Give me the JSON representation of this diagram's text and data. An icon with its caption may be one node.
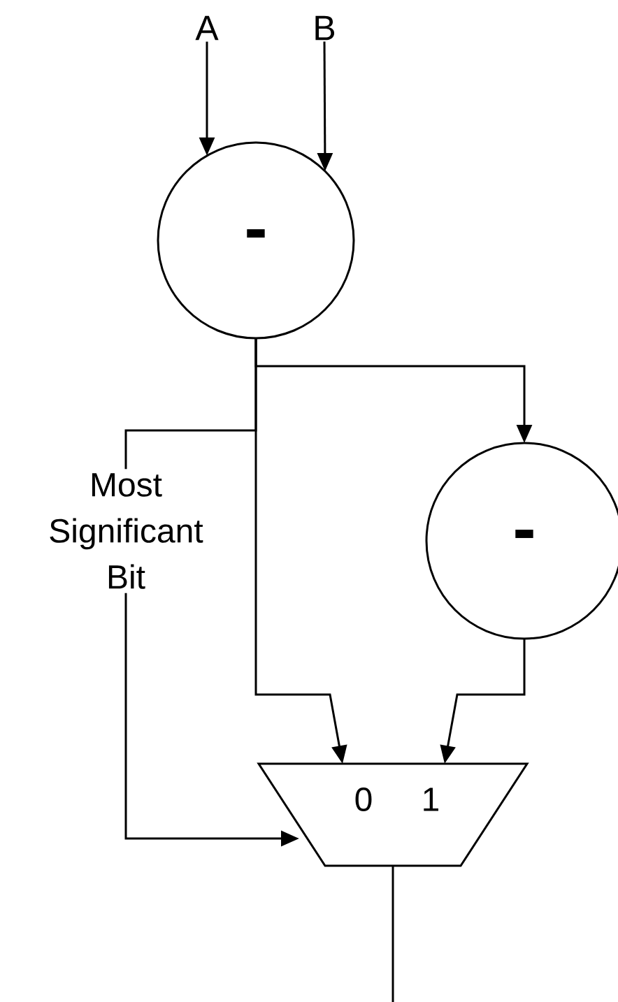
{
  "diagram": {
    "nodes": [
      {
        "text": [
          "A"
        ]
      },
      {
        "text": [
          "B"
        ]
      },
      {
        "text": [
          "-"
        ]
      },
      {
        "text": [
          "-"
        ]
      },
      {
        "text": [
          "0",
          "1"
        ]
      }
    ],
    "edges": [
      {
        "from": 0,
        "to": 2,
        "arrow": "to"
      },
      {
        "from": 1,
        "to": 2,
        "arrow": "to"
      },
      {
        "from": 2,
        "to": 3,
        "arrow": "to"
      },
      {
        "from": 2,
        "to": 4,
        "arrow": "to"
      },
      {
        "from": 2,
        "to": 4,
        "arrow": "to",
        "label": "Most Significant Bit"
      },
      {
        "from": 3,
        "to": 4,
        "arrow": "to"
      },
      {
        "from": 4,
        "to": null,
        "arrow": "none"
      }
    ]
  }
}
